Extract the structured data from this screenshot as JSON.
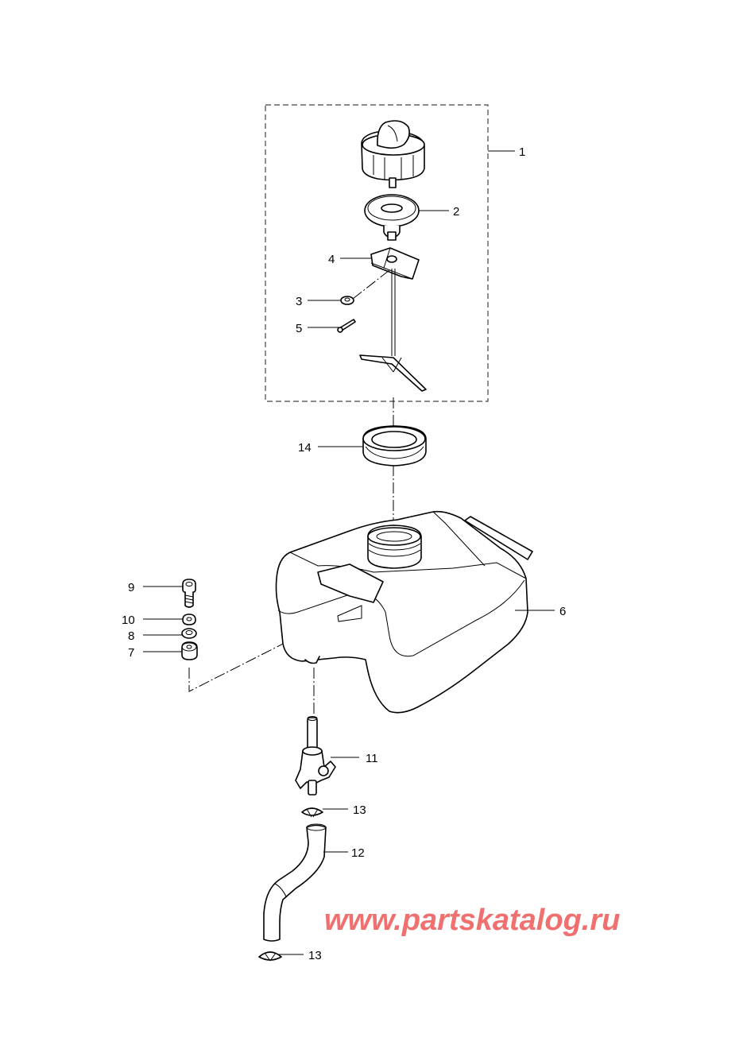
{
  "callouts": {
    "c1": "1",
    "c2": "2",
    "c3": "3",
    "c4": "4",
    "c5": "5",
    "c6": "6",
    "c7": "7",
    "c8": "8",
    "c9": "9",
    "c10": "10",
    "c11": "11",
    "c12": "12",
    "c13a": "13",
    "c13b": "13",
    "c14": "14"
  },
  "watermark": {
    "text": "www.partskatalog.ru",
    "color": "#f07070"
  },
  "colors": {
    "line": "#000000",
    "background": "#ffffff"
  }
}
